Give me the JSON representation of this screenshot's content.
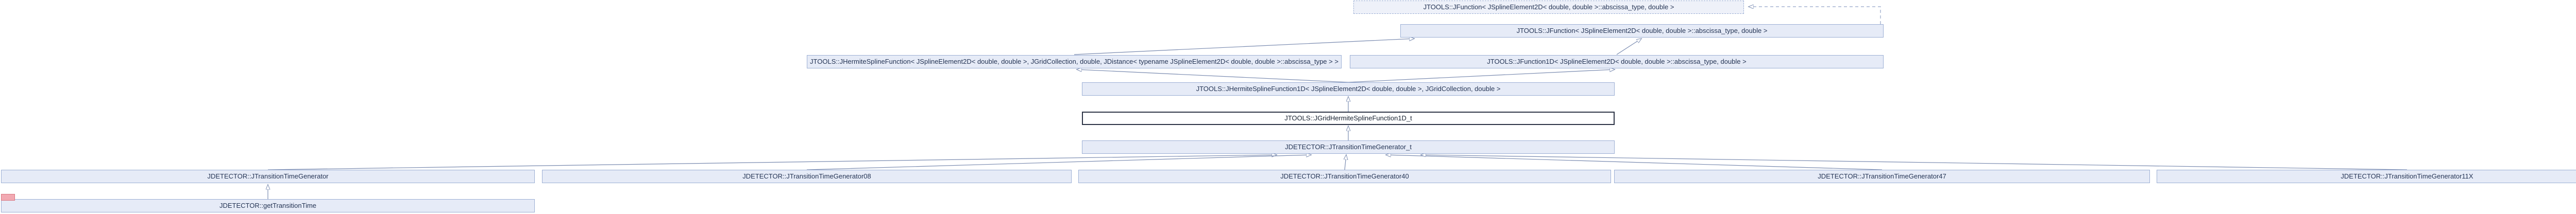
{
  "diagram": {
    "title": "Inheritance graph",
    "colors": {
      "node_fill": "#e6ebf7",
      "node_border": "#9cafd4",
      "node_text": "#253555",
      "current_node_fill": "#ffffff",
      "current_node_border": "#2d3446",
      "edge": "#7a8bb0",
      "edge_dashed": "#93a3c6",
      "fragment_pink": "#f2a9b2",
      "background": "#ffffff"
    },
    "nodes": [
      {
        "id": "n1",
        "label": "JTOOLS::JFunction< JSplineElement2D< double, double >::abscissa_type, double >",
        "style": "dashed"
      },
      {
        "id": "n2",
        "label": "JTOOLS::JFunction< JSplineElement2D< double, double >::abscissa_type, double >",
        "style": "solid"
      },
      {
        "id": "n3",
        "label": "JTOOLS::JHermiteSplineFunction< JSplineElement2D< double, double >, JGridCollection, double, JDistance< typename JSplineElement2D< double, double >::abscissa_type > >",
        "style": "solid"
      },
      {
        "id": "n4",
        "label": "JTOOLS::JFunction1D< JSplineElement2D< double, double >::abscissa_type, double >",
        "style": "solid"
      },
      {
        "id": "n5",
        "label": "JTOOLS::JHermiteSplineFunction1D< JSplineElement2D< double, double >, JGridCollection, double >",
        "style": "solid"
      },
      {
        "id": "n6",
        "label": "JTOOLS::JGridHermiteSplineFunction1D_t",
        "style": "current"
      },
      {
        "id": "n7",
        "label": "JDETECTOR::JTransitionTimeGenerator_t",
        "style": "solid"
      },
      {
        "id": "n8",
        "label": "JDETECTOR::JTransitionTimeGenerator",
        "style": "solid"
      },
      {
        "id": "n9",
        "label": "JDETECTOR::JTransitionTimeGenerator08",
        "style": "solid"
      },
      {
        "id": "n10",
        "label": "JDETECTOR::JTransitionTimeGenerator40",
        "style": "solid"
      },
      {
        "id": "n11",
        "label": "JDETECTOR::JTransitionTimeGenerator47",
        "style": "solid"
      },
      {
        "id": "n12",
        "label": "JDETECTOR::JTransitionTimeGenerator11X",
        "style": "solid"
      },
      {
        "id": "n13",
        "label": "JDETECTOR::getTransitionTime",
        "style": "solid"
      }
    ],
    "edges": [
      {
        "from": "n2",
        "to": "n1",
        "style": "dashed"
      },
      {
        "from": "n3",
        "to": "n2",
        "style": "solid"
      },
      {
        "from": "n4",
        "to": "n2",
        "style": "solid"
      },
      {
        "from": "n5",
        "to": "n3",
        "style": "solid"
      },
      {
        "from": "n5",
        "to": "n4",
        "style": "solid"
      },
      {
        "from": "n6",
        "to": "n5",
        "style": "solid"
      },
      {
        "from": "n7",
        "to": "n6",
        "style": "solid"
      },
      {
        "from": "n8",
        "to": "n7",
        "style": "solid"
      },
      {
        "from": "n9",
        "to": "n7",
        "style": "solid"
      },
      {
        "from": "n10",
        "to": "n7",
        "style": "solid"
      },
      {
        "from": "n11",
        "to": "n7",
        "style": "solid"
      },
      {
        "from": "n12",
        "to": "n7",
        "style": "solid"
      },
      {
        "from": "n13",
        "to": "n8",
        "style": "solid"
      }
    ]
  }
}
